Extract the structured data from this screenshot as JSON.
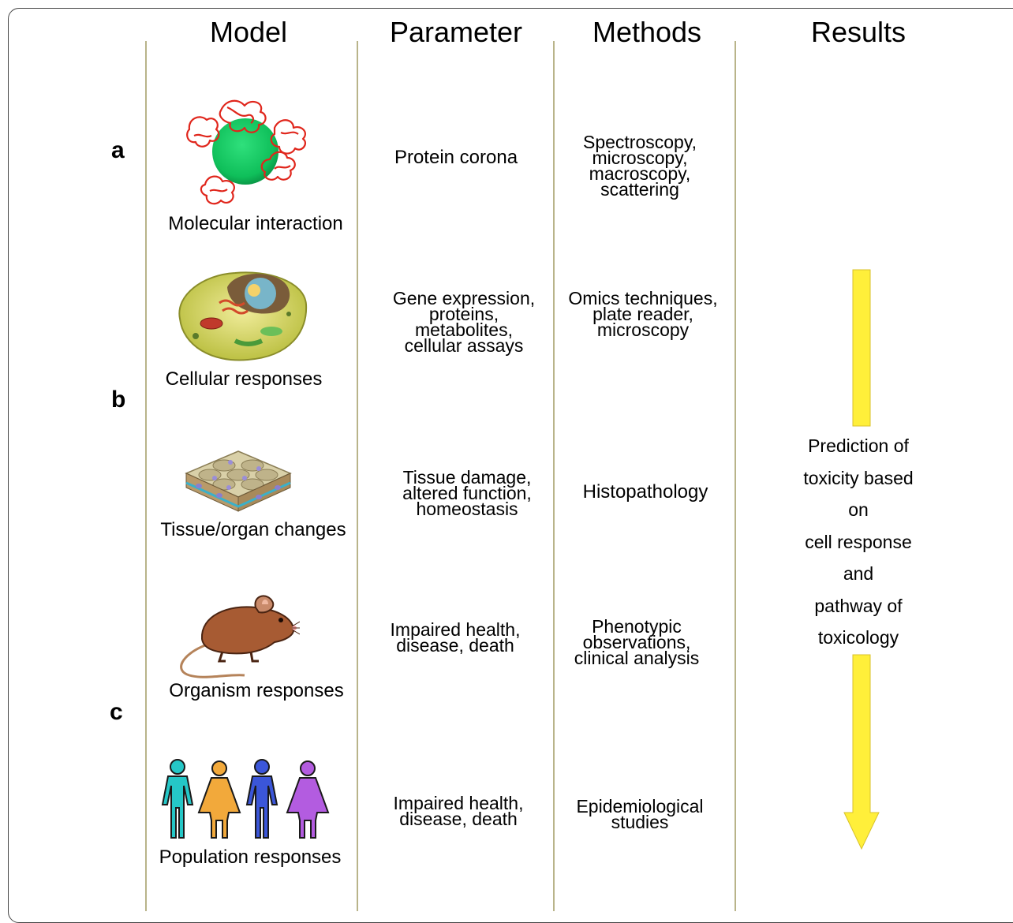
{
  "headers": {
    "model": "Model",
    "parameter": "Parameter",
    "methods": "Methods",
    "results": "Results"
  },
  "row_labels": {
    "a": "a",
    "b": "b",
    "c": "c"
  },
  "rows": [
    {
      "model": "Molecular interaction",
      "parameter": [
        "Protein corona"
      ],
      "methods": [
        "Spectroscopy,",
        "microscopy,",
        "macroscopy,",
        "scattering"
      ]
    },
    {
      "model": "Cellular responses",
      "parameter": [
        "Gene expression,",
        "proteins,",
        "metabolites,",
        "cellular assays"
      ],
      "methods": [
        "Omics techniques,",
        "plate reader,",
        "microscopy"
      ]
    },
    {
      "model": "Tissue/organ changes",
      "parameter": [
        "Tissue damage,",
        "altered function,",
        "homeostasis"
      ],
      "methods": [
        "Histopathology"
      ]
    },
    {
      "model": "Organism responses",
      "parameter": [
        "Impaired health,",
        "disease, death"
      ],
      "methods": [
        "Phenotypic",
        "observations,",
        "clinical analysis"
      ]
    },
    {
      "model": "Population responses",
      "parameter": [
        "Impaired health,",
        "disease, death"
      ],
      "methods": [
        "Epidemiological",
        "studies"
      ]
    }
  ],
  "results": {
    "prediction_lines": [
      "Prediction of",
      "toxicity based",
      "on",
      "cell response",
      "and",
      "pathway of",
      "toxicology"
    ]
  },
  "colors": {
    "divider": "#b9b48a",
    "arrow": "#ffef3a",
    "nanoparticle": "#0fbf5a",
    "protein": "#e0261c",
    "person_cyan": "#25c7c7",
    "person_orange": "#f2a93b",
    "person_blue": "#3b56d9",
    "person_purple": "#b35ce0"
  },
  "icons": [
    "nanoparticle-protein-corona-icon",
    "cell-icon",
    "tissue-icon",
    "mouse-icon",
    "population-icon"
  ]
}
